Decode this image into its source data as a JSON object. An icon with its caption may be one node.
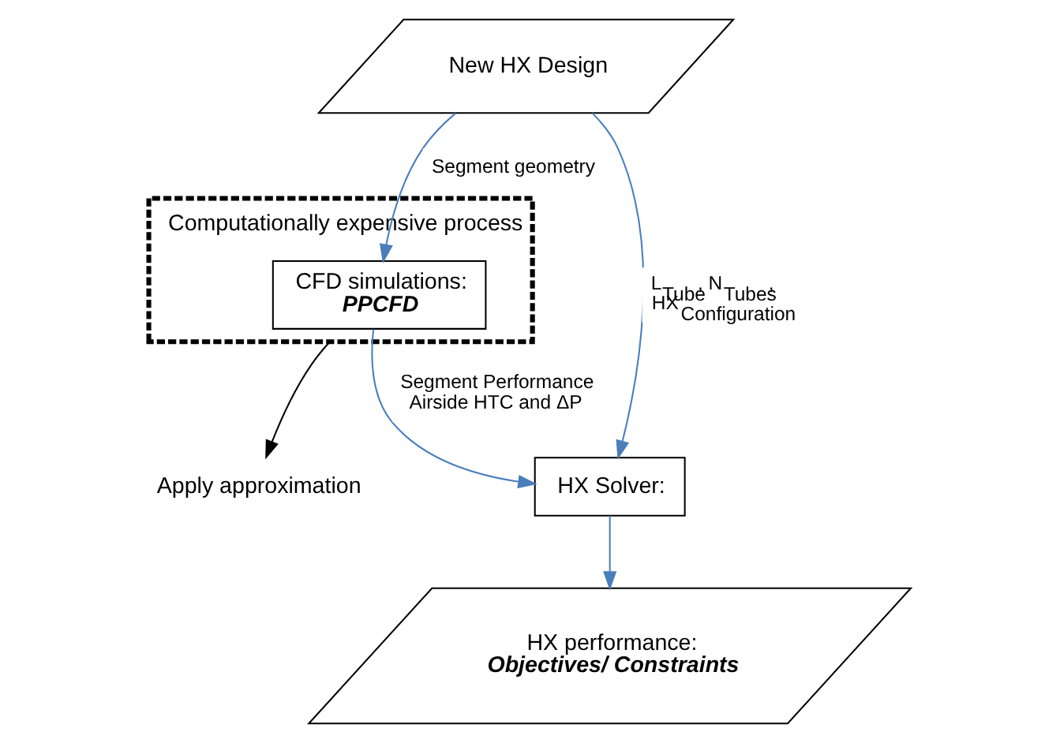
{
  "diagram": {
    "nodes": [
      {
        "text": [
          "New HX Design"
        ]
      },
      {
        "text": [
          "Computationally expensive process"
        ]
      },
      {
        "text": [
          "CFD simulations:",
          "PPCFD"
        ],
        "in": 1
      },
      {
        "text": [
          "Apply approximation"
        ]
      },
      {
        "text": [
          "HX Solver:"
        ]
      },
      {
        "text": [
          "HX performance:",
          "Objectives/ Constraints"
        ]
      }
    ],
    "edges": [
      {
        "from": 0,
        "to": 2,
        "arrow": "to",
        "label": "Segment geometry"
      },
      {
        "from": 1,
        "to": 3,
        "arrow": "to",
        "color": "#000000"
      },
      {
        "from": 2,
        "to": 4,
        "arrow": "to",
        "label": "Segment Performance Airside HTC and ΔP"
      },
      {
        "from": 0,
        "to": 4,
        "arrow": "to",
        "label": "L$_{Tube}$, N$_{Tubes}$, HX$_{Configuration}$"
      },
      {
        "from": 4,
        "to": 5,
        "arrow": "to"
      }
    ]
  }
}
